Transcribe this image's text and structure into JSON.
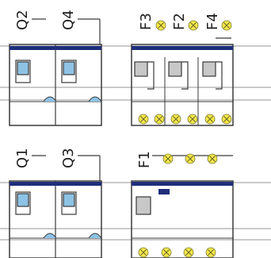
{
  "labels": {
    "top_left_a": "Q2",
    "top_left_b": "Q4",
    "top_right_a": "F3",
    "top_right_b": "F2",
    "top_right_c": "F4",
    "bottom_left_a": "Q1",
    "bottom_left_b": "Q3",
    "bottom_right_a": "F1"
  },
  "colors": {
    "rail": "#1f2e7a",
    "handle": "#8ec3e6",
    "lamp": "#f4e64a",
    "frame": "#3a3a3a"
  },
  "icons": {
    "indicator_lamp": "cross-lamp-icon",
    "toggle_handle": "breaker-handle-icon"
  }
}
